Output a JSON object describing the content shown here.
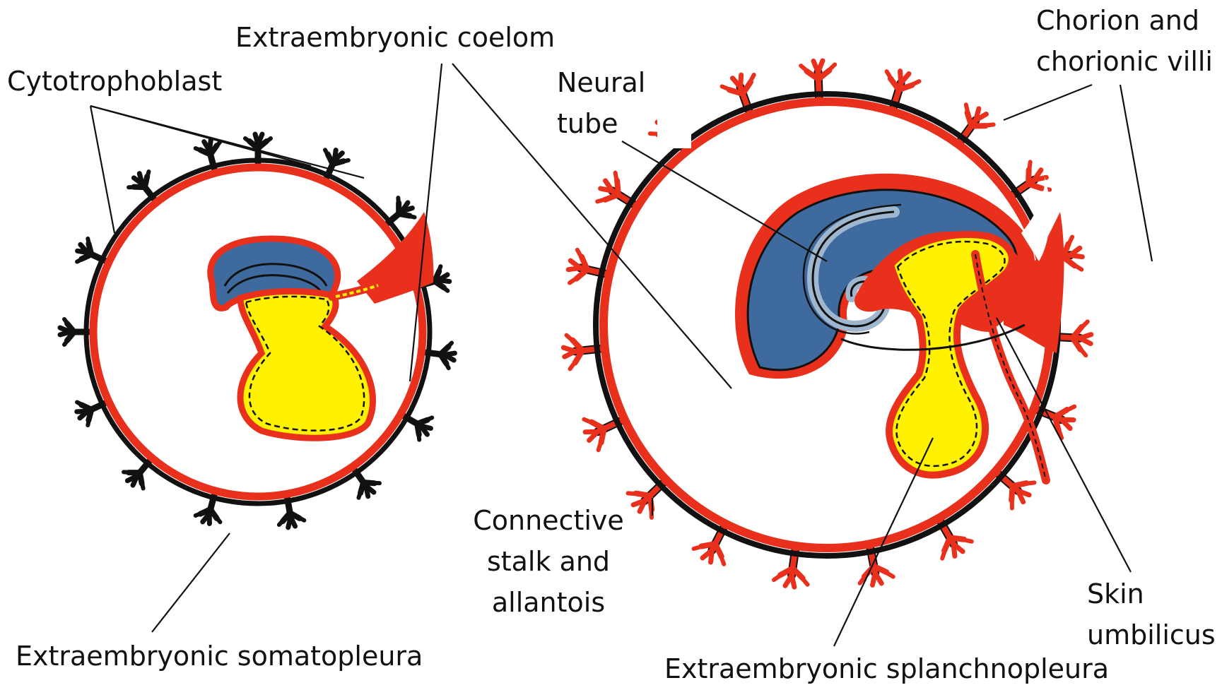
{
  "labels": {
    "cytotrophoblast": "Cytotrophoblast",
    "extraembryonic_coelom": "Extraembryonic coelom",
    "neural_tube_1": "Neural",
    "neural_tube_2": "tube",
    "chorion_1": "Chorion and",
    "chorion_2": "chorionic villi",
    "connective_1": "Connective",
    "connective_2": "stalk and",
    "connective_3": "allantois",
    "skin_1": "Skin",
    "skin_2": "umbilicus",
    "somatopleura": "Extraembryonic somatopleura",
    "splanchnopleura": "Extraembryonic splanchnopleura"
  },
  "colors": {
    "red": "#e8301c",
    "blue": "#3f6a9e",
    "light_blue": "#9fb6cf",
    "yellow": "#fff200",
    "black": "#111111"
  }
}
